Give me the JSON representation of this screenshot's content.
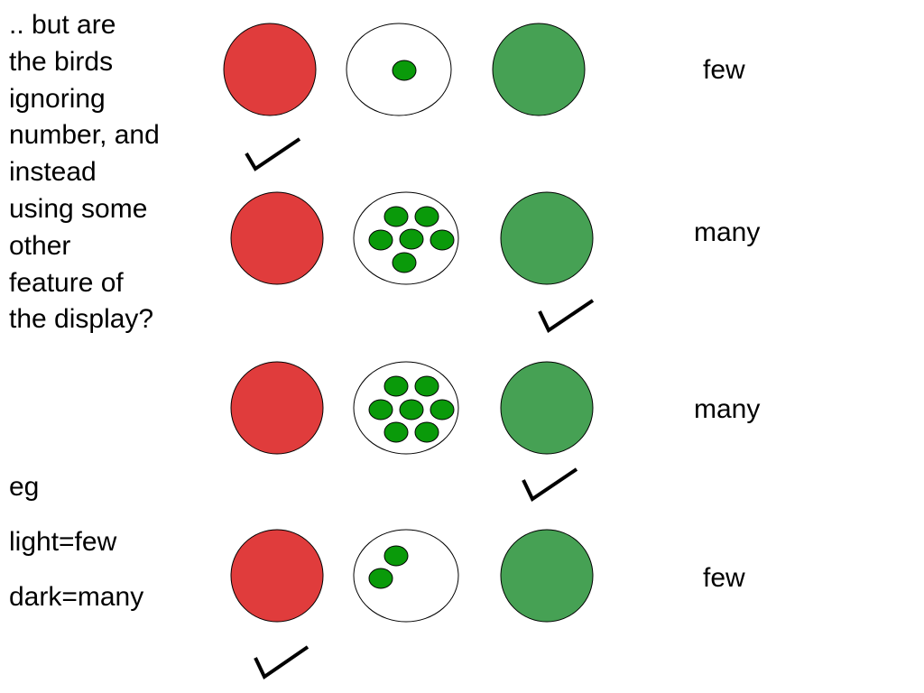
{
  "question": ".. but are\nthe birds\nignoring\nnumber, and\ninstead\nusing some\nother\nfeature of\nthe display?",
  "example": {
    "heading": "eg",
    "line1": " light=few",
    "line2": "dark=many"
  },
  "colors": {
    "red": "#e03c3c",
    "green_disc": "#46a154",
    "dot": "#0a9a0a",
    "outline": "#000000",
    "white": "#ffffff"
  },
  "trials": [
    {
      "label": "few",
      "dot_count": 1,
      "shade": "light",
      "checked": "red"
    },
    {
      "label": "many",
      "dot_count": 6,
      "shade": "dark",
      "checked": "green"
    },
    {
      "label": "many",
      "dot_count": 7,
      "shade": "dark",
      "checked": "green"
    },
    {
      "label": "few",
      "dot_count": 2,
      "shade": "light",
      "checked": "red"
    }
  ]
}
